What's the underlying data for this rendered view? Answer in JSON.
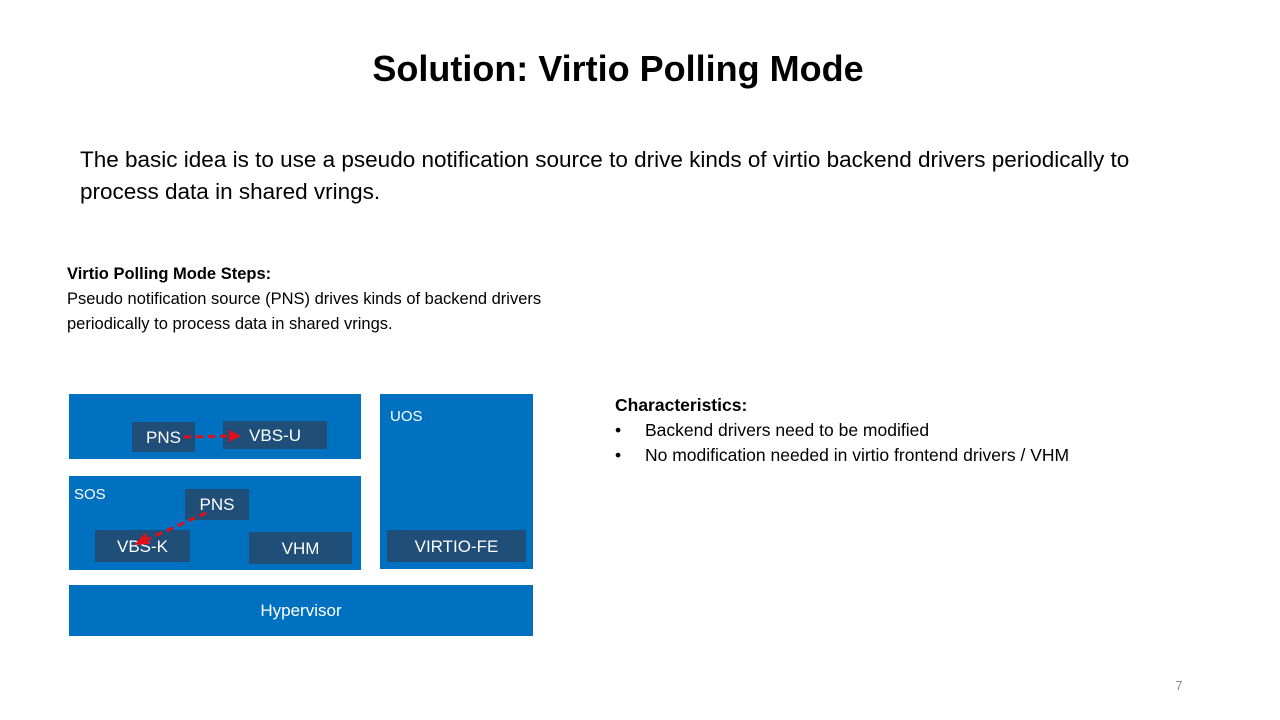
{
  "slide": {
    "title": "Solution: Virtio Polling Mode",
    "intro": "The basic idea is to use a pseudo notification source to drive kinds of virtio backend drivers periodically to process data in shared vrings.",
    "page_number": "7"
  },
  "steps": {
    "heading": "Virtio Polling Mode Steps:",
    "text": "Pseudo notification source (PNS) drives kinds of backend drivers periodically to process data in shared vrings."
  },
  "diagram": {
    "colors": {
      "block": "#0070c0",
      "inner": "#1f4e79",
      "arrow": "#e0101a"
    },
    "top_block": {
      "pns": "PNS",
      "vbs_u": "VBS-U"
    },
    "sos": {
      "label": "SOS",
      "pns": "PNS",
      "vbs_k": "VBS-K",
      "vhm": "VHM"
    },
    "uos": {
      "label": "UOS",
      "virtio_fe": "VIRTIO-FE"
    },
    "hypervisor": "Hypervisor"
  },
  "characteristics": {
    "heading": "Characteristics:",
    "bullet": "•",
    "items": [
      "Backend drivers need to be modified",
      "No modification needed in virtio frontend drivers / VHM"
    ]
  }
}
